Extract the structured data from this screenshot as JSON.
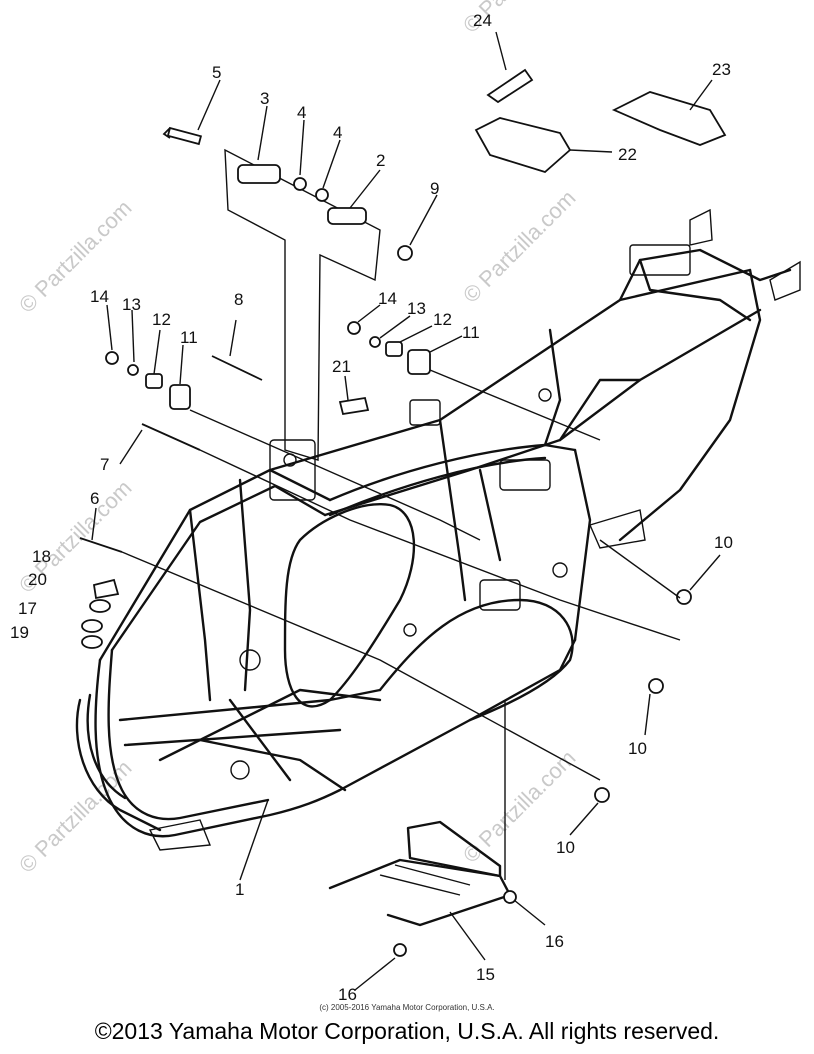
{
  "watermark": {
    "text": "© Partzilla.com"
  },
  "callouts": [
    {
      "id": "1",
      "text": "1"
    },
    {
      "id": "2",
      "text": "2"
    },
    {
      "id": "3",
      "text": "3"
    },
    {
      "id": "4a",
      "text": "4"
    },
    {
      "id": "4b",
      "text": "4"
    },
    {
      "id": "5",
      "text": "5"
    },
    {
      "id": "6",
      "text": "6"
    },
    {
      "id": "7",
      "text": "7"
    },
    {
      "id": "8",
      "text": "8"
    },
    {
      "id": "9",
      "text": "9"
    },
    {
      "id": "10a",
      "text": "10"
    },
    {
      "id": "10b",
      "text": "10"
    },
    {
      "id": "10c",
      "text": "10"
    },
    {
      "id": "11a",
      "text": "11"
    },
    {
      "id": "11b",
      "text": "11"
    },
    {
      "id": "12a",
      "text": "12"
    },
    {
      "id": "12b",
      "text": "12"
    },
    {
      "id": "13a",
      "text": "13"
    },
    {
      "id": "13b",
      "text": "13"
    },
    {
      "id": "14a",
      "text": "14"
    },
    {
      "id": "14b",
      "text": "14"
    },
    {
      "id": "15",
      "text": "15"
    },
    {
      "id": "16a",
      "text": "16"
    },
    {
      "id": "16b",
      "text": "16"
    },
    {
      "id": "17",
      "text": "17"
    },
    {
      "id": "18",
      "text": "18"
    },
    {
      "id": "19",
      "text": "19"
    },
    {
      "id": "20",
      "text": "20"
    },
    {
      "id": "21",
      "text": "21"
    },
    {
      "id": "22",
      "text": "22"
    },
    {
      "id": "23",
      "text": "23"
    },
    {
      "id": "24",
      "text": "24"
    }
  ],
  "footer": {
    "small_copyright": "(c) 2005-2016 Yamaha Motor Corporation, U.S.A.",
    "copyright": "©2013 Yamaha Motor Corporation, U.S.A. All rights reserved."
  }
}
